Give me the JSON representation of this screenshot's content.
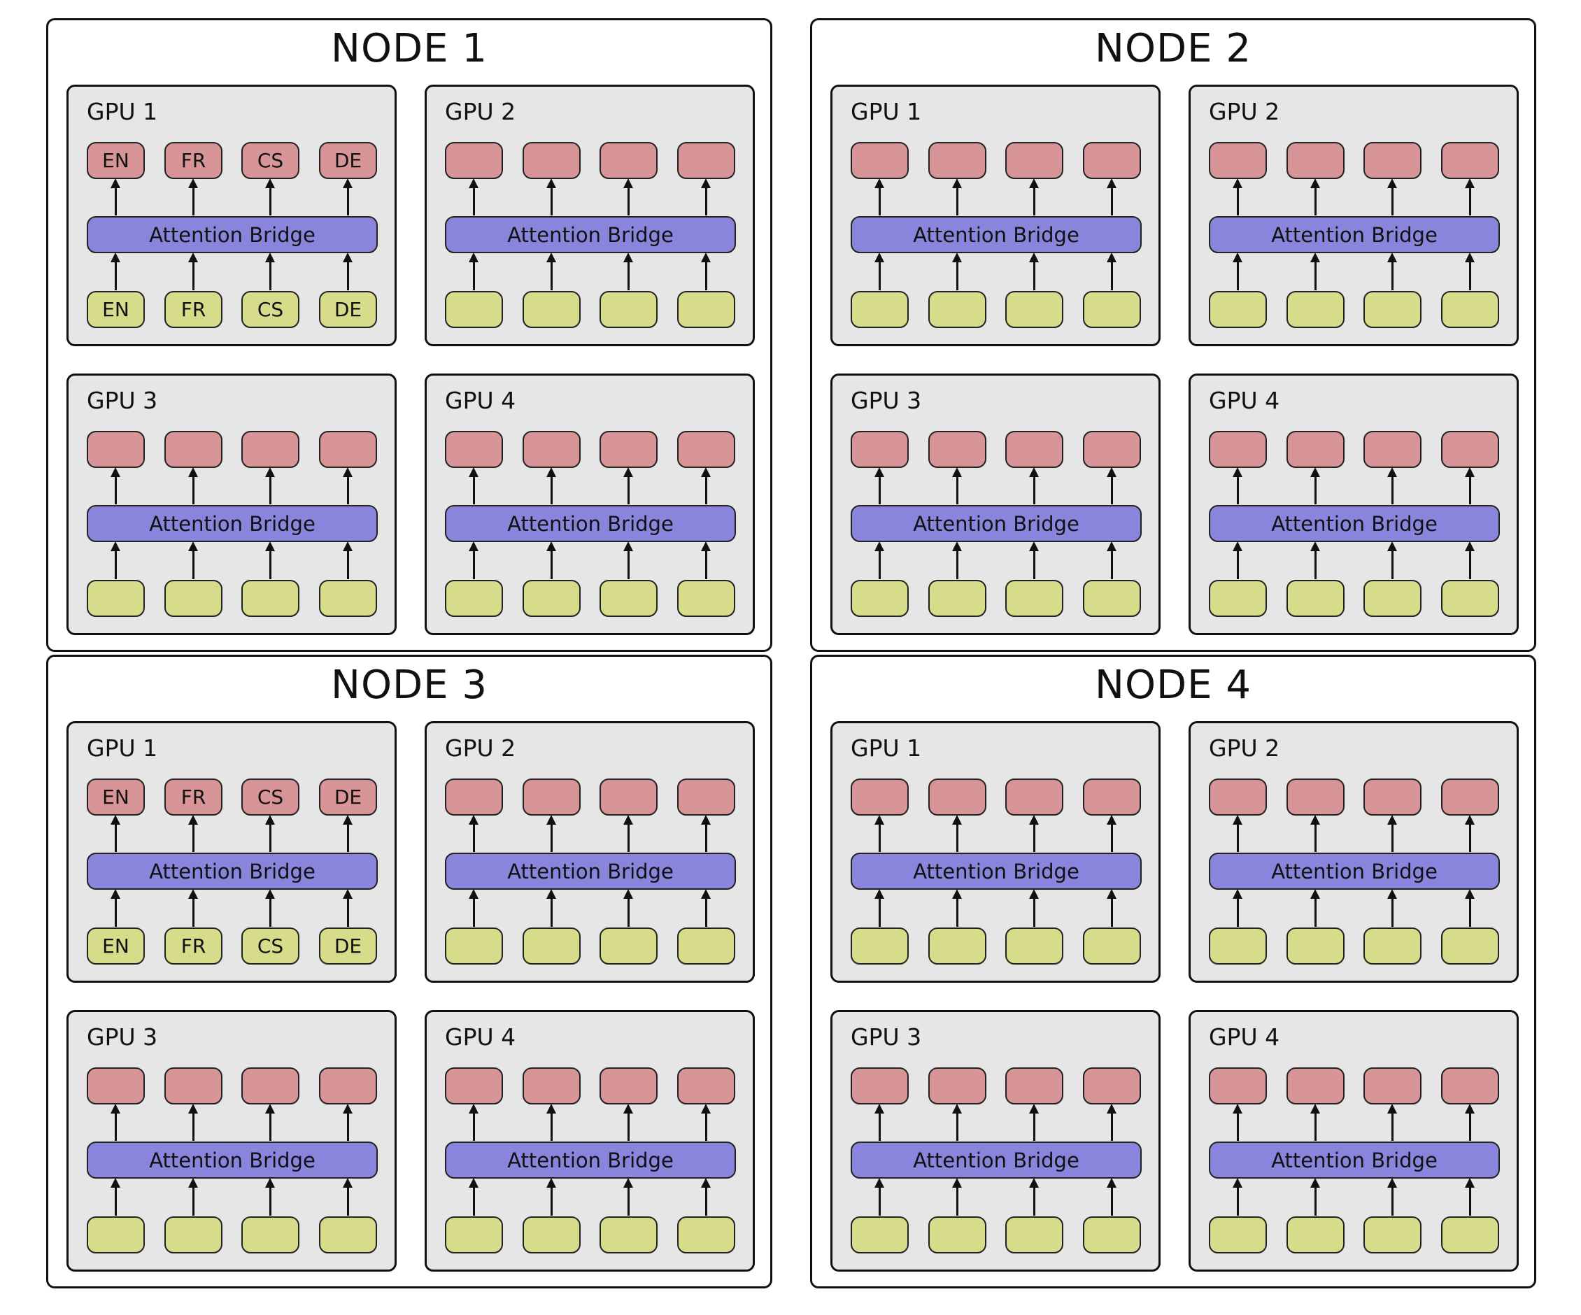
{
  "nodes": [
    {
      "title": "NODE 1",
      "gpus": [
        {
          "label": "GPU 1",
          "decoders": [
            "EN",
            "FR",
            "CS",
            "DE"
          ],
          "bridge": "Attention Bridge",
          "encoders": [
            "EN",
            "FR",
            "CS",
            "DE"
          ]
        },
        {
          "label": "GPU 2",
          "decoders": [
            "",
            "",
            "",
            ""
          ],
          "bridge": "Attention Bridge",
          "encoders": [
            "",
            "",
            "",
            ""
          ]
        },
        {
          "label": "GPU 3",
          "decoders": [
            "",
            "",
            "",
            ""
          ],
          "bridge": "Attention Bridge",
          "encoders": [
            "",
            "",
            "",
            ""
          ]
        },
        {
          "label": "GPU 4",
          "decoders": [
            "",
            "",
            "",
            ""
          ],
          "bridge": "Attention Bridge",
          "encoders": [
            "",
            "",
            "",
            ""
          ]
        }
      ]
    },
    {
      "title": "NODE 2",
      "gpus": [
        {
          "label": "GPU 1",
          "decoders": [
            "",
            "",
            "",
            ""
          ],
          "bridge": "Attention Bridge",
          "encoders": [
            "",
            "",
            "",
            ""
          ]
        },
        {
          "label": "GPU 2",
          "decoders": [
            "",
            "",
            "",
            ""
          ],
          "bridge": "Attention Bridge",
          "encoders": [
            "",
            "",
            "",
            ""
          ]
        },
        {
          "label": "GPU 3",
          "decoders": [
            "",
            "",
            "",
            ""
          ],
          "bridge": "Attention Bridge",
          "encoders": [
            "",
            "",
            "",
            ""
          ]
        },
        {
          "label": "GPU 4",
          "decoders": [
            "",
            "",
            "",
            ""
          ],
          "bridge": "Attention Bridge",
          "encoders": [
            "",
            "",
            "",
            ""
          ]
        }
      ]
    },
    {
      "title": "NODE 3",
      "gpus": [
        {
          "label": "GPU 1",
          "decoders": [
            "EN",
            "FR",
            "CS",
            "DE"
          ],
          "bridge": "Attention Bridge",
          "encoders": [
            "EN",
            "FR",
            "CS",
            "DE"
          ]
        },
        {
          "label": "GPU 2",
          "decoders": [
            "",
            "",
            "",
            ""
          ],
          "bridge": "Attention Bridge",
          "encoders": [
            "",
            "",
            "",
            ""
          ]
        },
        {
          "label": "GPU 3",
          "decoders": [
            "",
            "",
            "",
            ""
          ],
          "bridge": "Attention Bridge",
          "encoders": [
            "",
            "",
            "",
            ""
          ]
        },
        {
          "label": "GPU 4",
          "decoders": [
            "",
            "",
            "",
            ""
          ],
          "bridge": "Attention Bridge",
          "encoders": [
            "",
            "",
            "",
            ""
          ]
        }
      ]
    },
    {
      "title": "NODE 4",
      "gpus": [
        {
          "label": "GPU 1",
          "decoders": [
            "",
            "",
            "",
            ""
          ],
          "bridge": "Attention Bridge",
          "encoders": [
            "",
            "",
            "",
            ""
          ]
        },
        {
          "label": "GPU 2",
          "decoders": [
            "",
            "",
            "",
            ""
          ],
          "bridge": "Attention Bridge",
          "encoders": [
            "",
            "",
            "",
            ""
          ]
        },
        {
          "label": "GPU 3",
          "decoders": [
            "",
            "",
            "",
            ""
          ],
          "bridge": "Attention Bridge",
          "encoders": [
            "",
            "",
            "",
            ""
          ]
        },
        {
          "label": "GPU 4",
          "decoders": [
            "",
            "",
            "",
            ""
          ],
          "bridge": "Attention Bridge",
          "encoders": [
            "",
            "",
            "",
            ""
          ]
        }
      ]
    }
  ],
  "colors": {
    "decoder": "#d89598",
    "encoder": "#d7dc8a",
    "bridge": "#8985dd",
    "gpu_background": "#e6e6e6",
    "node_background": "#ffffff",
    "outline": "#111111"
  }
}
